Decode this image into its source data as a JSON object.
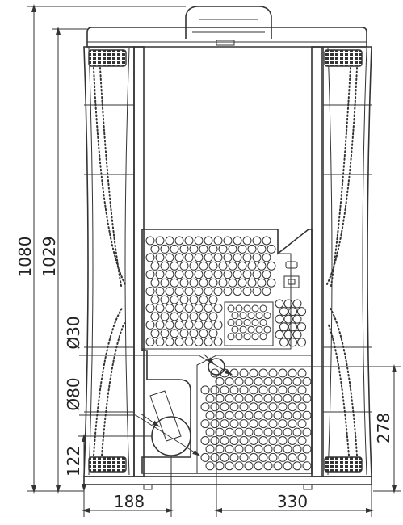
{
  "dimensions": {
    "total_height": "1080",
    "body_height": "1029",
    "pipe_diameter_small": "Ø30",
    "pipe_diameter_large": "Ø80",
    "large_pipe_height": "122",
    "small_pipe_height": "278",
    "large_pipe_offset": "188",
    "small_pipe_offset": "330"
  },
  "colors": {
    "line": "#333333",
    "text": "#222222",
    "background": "#ffffff"
  }
}
